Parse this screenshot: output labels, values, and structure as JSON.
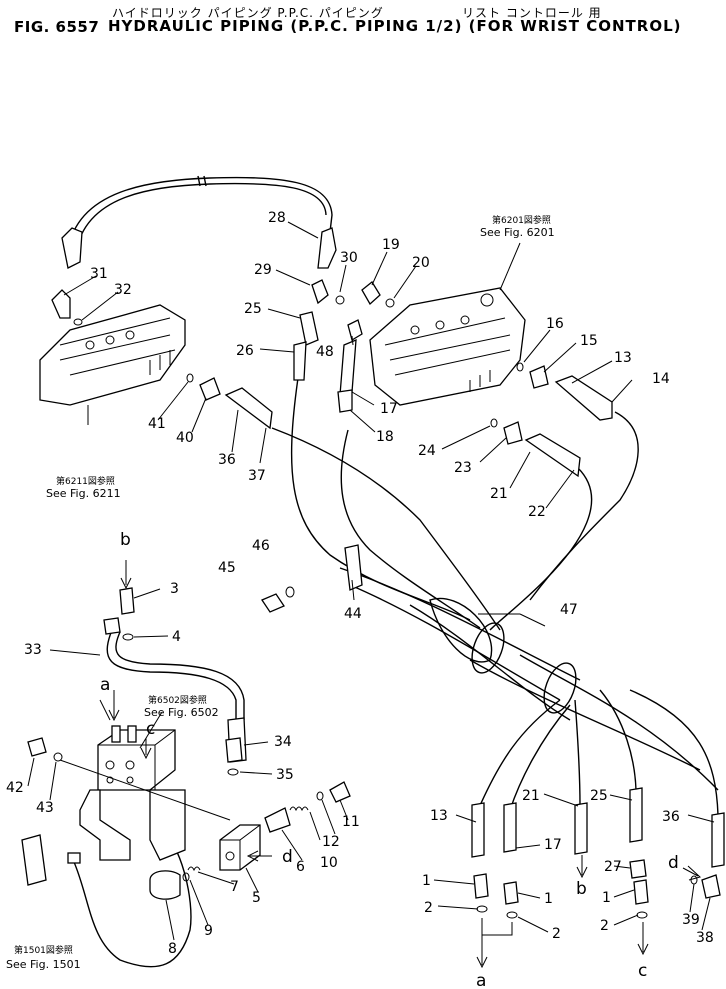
{
  "header": {
    "jp_line_1": "ハイドロリック パイピング P.P.C. パイピング",
    "jp_line_2": "リスト コントロール 用",
    "fig": "FIG. 6557",
    "title": "HYDRAULIC PIPING (P.P.C. PIPING 1/2) (FOR WRIST CONTROL)"
  },
  "refs": {
    "fig6201_jp": "第6201図参照",
    "fig6201_en": "See Fig. 6201",
    "fig6211_jp": "第6211図参照",
    "fig6211_en": "See Fig. 6211",
    "fig6502_jp": "第6502図参照",
    "fig6502_en": "See Fig. 6502",
    "fig1501_jp": "第1501図参照",
    "fig1501_en": "See Fig. 1501"
  },
  "callouts": {
    "n1": "1",
    "n2": "2",
    "n3": "3",
    "n4": "4",
    "n5": "5",
    "n6": "6",
    "n7": "7",
    "n8": "8",
    "n9": "9",
    "n10": "10",
    "n11": "11",
    "n12": "12",
    "n13": "13",
    "n14": "14",
    "n15": "15",
    "n16": "16",
    "n17": "17",
    "n18": "18",
    "n19": "19",
    "n20": "20",
    "n21": "21",
    "n22": "22",
    "n23": "23",
    "n24": "24",
    "n25": "25",
    "n26": "26",
    "n27": "27",
    "n28": "28",
    "n29": "29",
    "n30": "30",
    "n31": "31",
    "n32": "32",
    "n33": "33",
    "n34": "34",
    "n35": "35",
    "n36": "36",
    "n37": "37",
    "n38": "38",
    "n39": "39",
    "n40": "40",
    "n41": "41",
    "n42": "42",
    "n43": "43",
    "n44": "44",
    "n45": "45",
    "n46": "46",
    "n47": "47",
    "n48": "48"
  },
  "ports": {
    "a": "a",
    "b": "b",
    "c": "c",
    "d": "d"
  }
}
